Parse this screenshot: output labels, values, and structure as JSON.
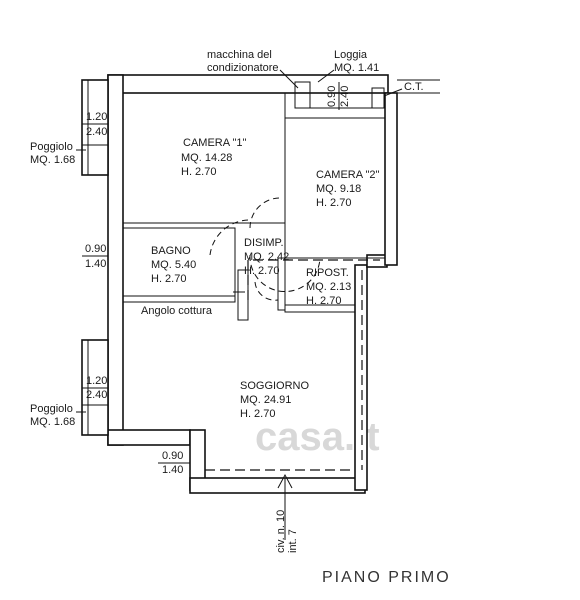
{
  "plan_title": "PIANO PRIMO",
  "watermark": "casa.it",
  "rooms": {
    "camera1": {
      "name": "CAMERA \"1\"",
      "area": "MQ. 14.28",
      "height": "H. 2.70"
    },
    "camera2": {
      "name": "CAMERA \"2\"",
      "area": "MQ. 9.18",
      "height": "H. 2.70"
    },
    "bagno": {
      "name": "BAGNO",
      "area": "MQ. 5.40",
      "height": "H. 2.70"
    },
    "disimp": {
      "name": "DISIMP.",
      "area": "MQ. 2.42",
      "height": "H. 2.70"
    },
    "ripost": {
      "name": "RIPOST.",
      "area": "MQ. 2.13",
      "height": "H. 2.70"
    },
    "soggiorno": {
      "name": "SOGGIORNO",
      "area": "MQ. 24.91",
      "height": "H. 2.70"
    }
  },
  "annotations": {
    "condizionatore_1": "macchina del",
    "condizionatore_2": "condizionatore",
    "loggia_name": "Loggia",
    "loggia_area": "MQ. 1.41",
    "ct": "C.T.",
    "angolo_cottura": "Angolo cottura",
    "poggiolo_top_name": "Poggiolo",
    "poggiolo_top_area": "MQ. 1.68",
    "poggiolo_bottom_name": "Poggiolo",
    "poggiolo_bottom_area": "MQ. 1.68",
    "civico_1": "civ. n. 10",
    "civico_2": "int. 7"
  },
  "openings": {
    "win_top_left": {
      "w": "1.20",
      "h": "2.40"
    },
    "win_loggia": {
      "w": "0.90",
      "h": "2.40"
    },
    "win_bagno": {
      "w": "0.90",
      "h": "1.40"
    },
    "win_bottom_left": {
      "w": "1.20",
      "h": "2.40"
    },
    "win_soggiorno": {
      "w": "0.90",
      "h": "1.40"
    }
  }
}
